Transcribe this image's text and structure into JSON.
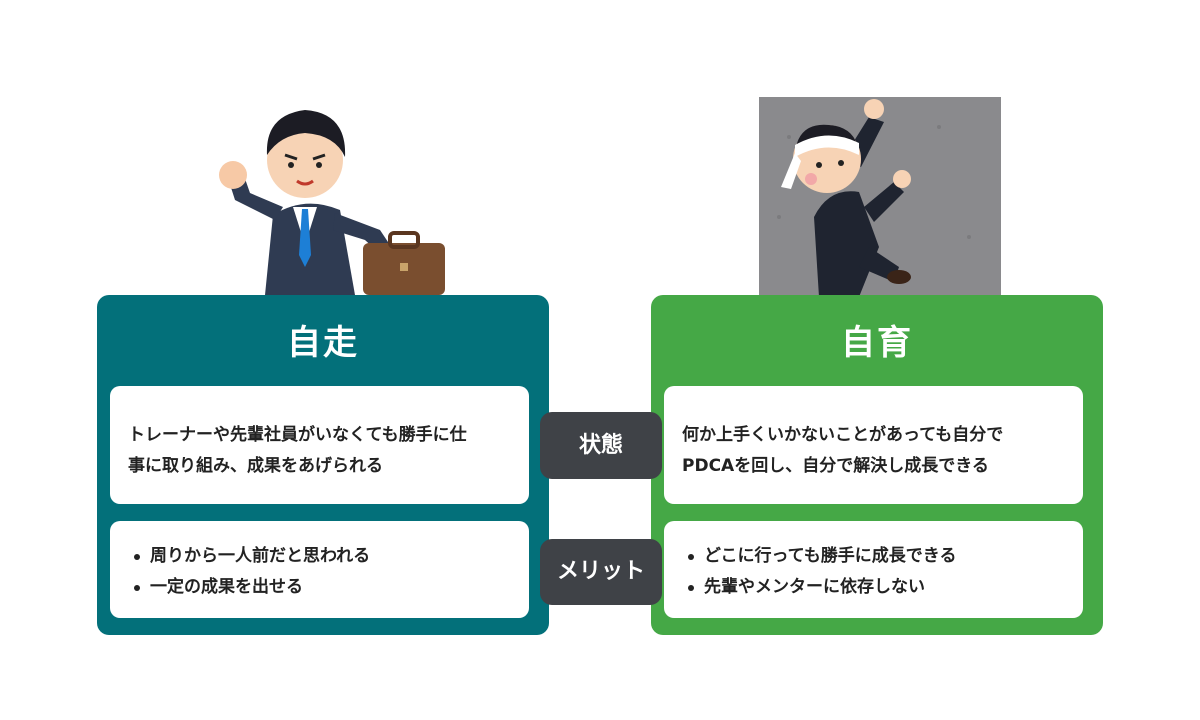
{
  "colors": {
    "left_card": "#03707a",
    "right_card": "#45a846",
    "pill": "#3f4247"
  },
  "left": {
    "title": "自走",
    "state_line1": "トレーナーや先輩社員がいなくても勝手に仕",
    "state_line2": "事に取り組み、成果をあげられる",
    "merits": [
      "周りから一人前だと思われる",
      "一定の成果を出せる"
    ]
  },
  "right": {
    "title": "自育",
    "state_line1": "何か上手くいかないことがあっても自分で",
    "state_line2": "PDCAを回し、自分で解決し成長できる",
    "merits": [
      "どこに行っても勝手に成長できる",
      "先輩やメンターに依存しない"
    ]
  },
  "labels": {
    "state": "状態",
    "merit": "メリット"
  }
}
